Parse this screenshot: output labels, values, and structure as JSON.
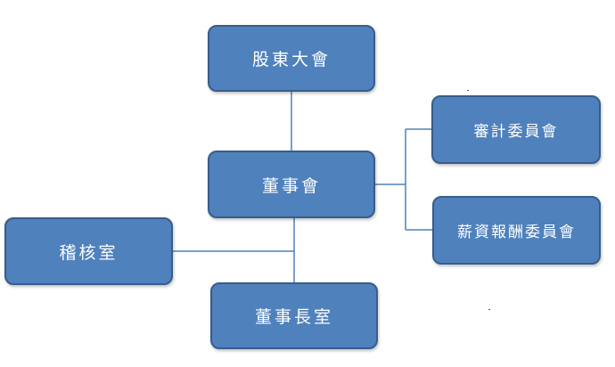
{
  "org_chart": {
    "nodes": {
      "shareholders_meeting": "股東大會",
      "board_of_directors": "董事會",
      "audit_committee": "審計委員會",
      "compensation_committee": "薪資報酬委員會",
      "internal_audit_office": "稽核室",
      "chairman_office": "董事長室"
    },
    "colors": {
      "box_fill": "#4f81bd",
      "box_border": "#385d8a",
      "connector": "#4f81bd",
      "text": "#ffffff"
    }
  }
}
